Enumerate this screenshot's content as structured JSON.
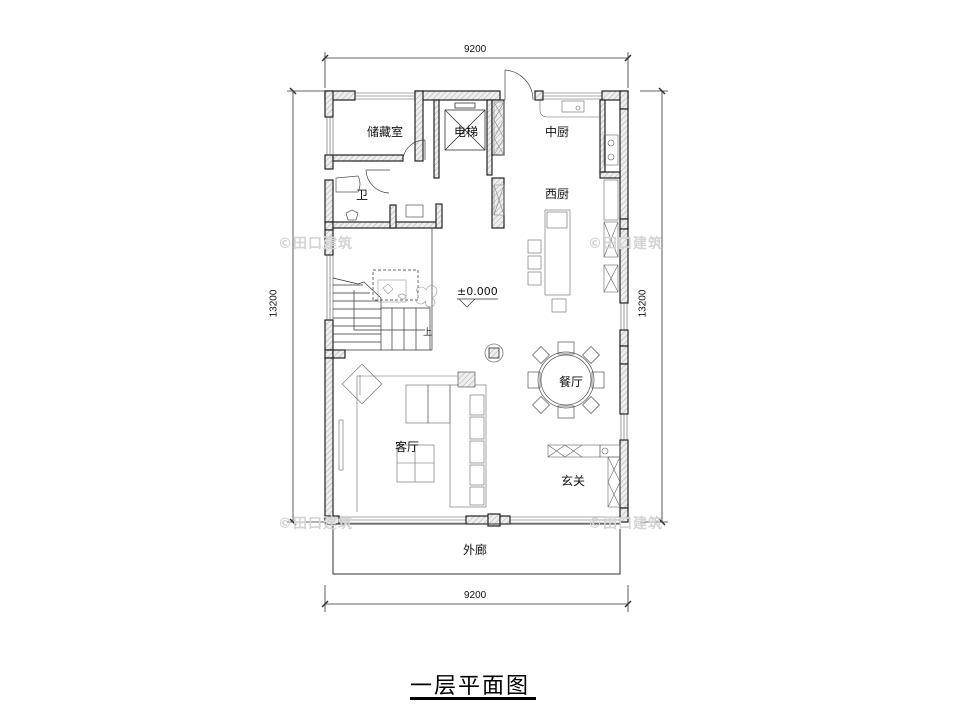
{
  "drawing": {
    "title": "一层平面图",
    "elevation_mark": "±0.000",
    "stair_up_label": "上",
    "watermark": "©田口建筑",
    "dimensions": {
      "top_width": "9200",
      "bottom_width": "9200",
      "left_height": "13200",
      "right_height": "13200"
    },
    "rooms": {
      "storage": "储藏室",
      "elevator": "电梯",
      "middle_kitchen": "中厨",
      "western_kitchen": "西厨",
      "bathroom": "卫",
      "dining": "餐厅",
      "living": "客厅",
      "entrance": "玄关",
      "outer_corridor": "外廊"
    },
    "colors": {
      "line": "#222222",
      "wall_fill": "#e6e6e6",
      "watermark": "#d4d4d4",
      "background": "#ffffff"
    }
  }
}
